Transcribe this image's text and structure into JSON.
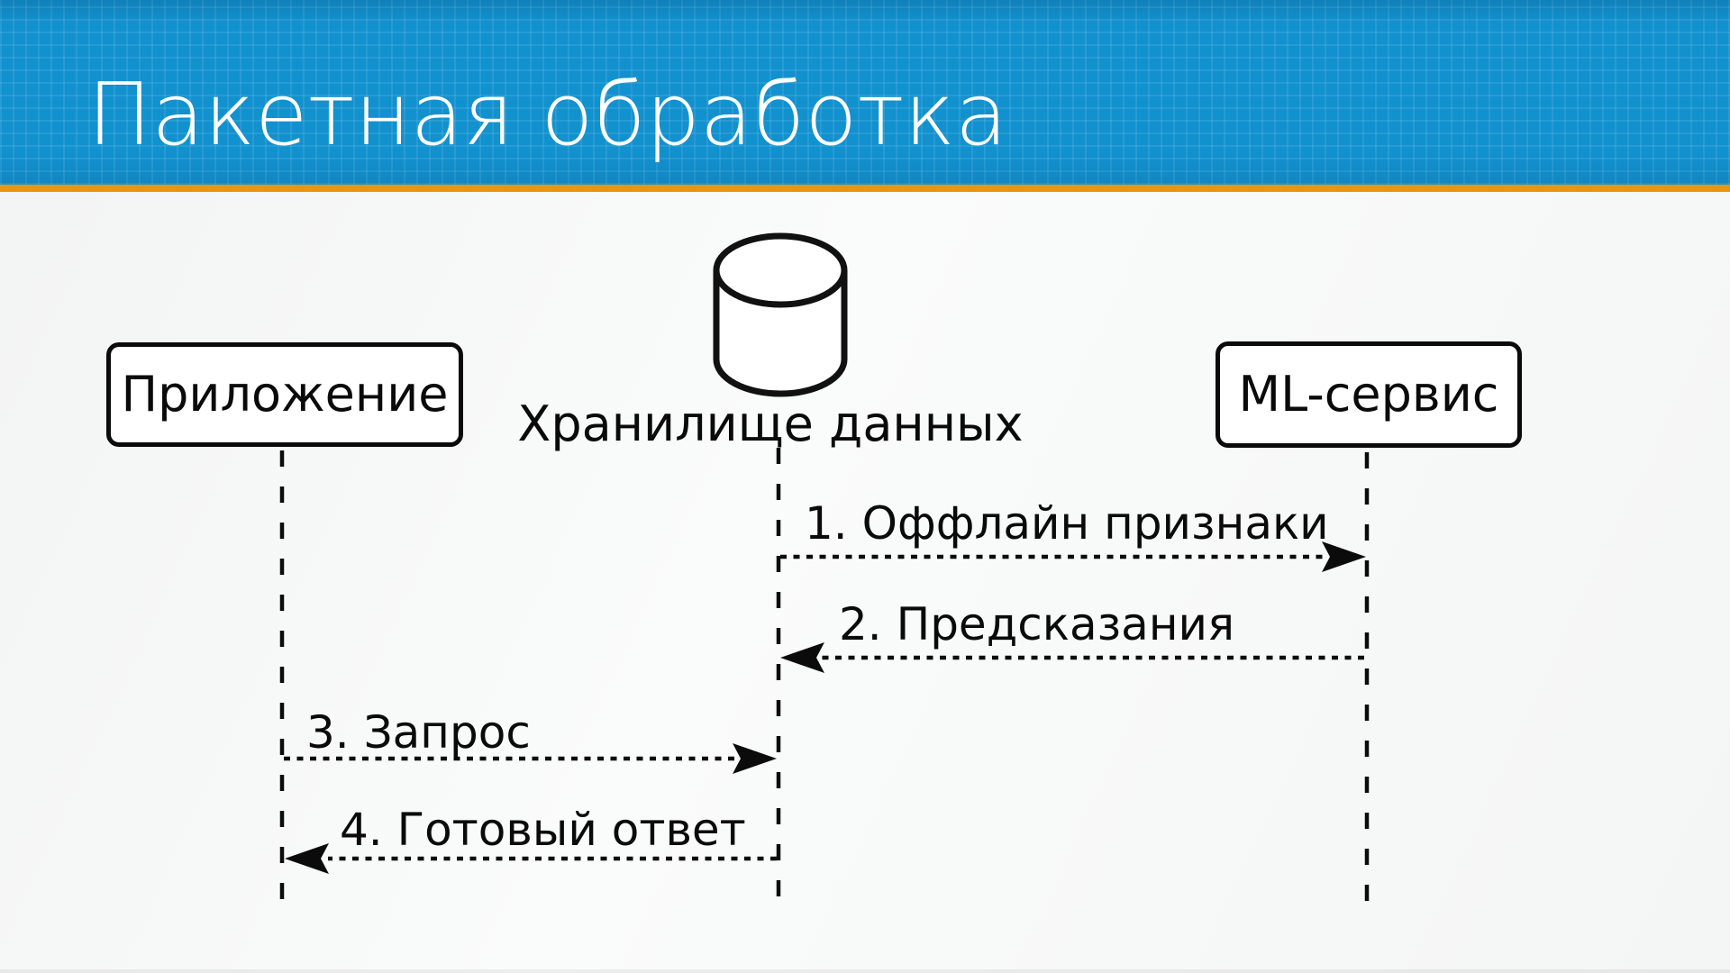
{
  "slide": {
    "title": "Пакетная обработка"
  },
  "actors": {
    "app": {
      "label": "Приложение"
    },
    "storage": {
      "label": "Хранилище данных",
      "icon": "database-icon"
    },
    "ml": {
      "label": "ML-сервис"
    }
  },
  "messages": {
    "m1": {
      "label": "1. Оффлайн признаки",
      "from": "storage",
      "to": "ml"
    },
    "m2": {
      "label": "2. Предсказания",
      "from": "ml",
      "to": "storage"
    },
    "m3": {
      "label": "3. Запрос",
      "from": "app",
      "to": "storage"
    },
    "m4": {
      "label": "4. Готовый ответ",
      "from": "storage",
      "to": "app"
    }
  },
  "colors": {
    "header_blue": "#1291CF",
    "accent_orange": "#E8960F",
    "title_text": "#FFFFFF",
    "diagram_ink": "#0B0B0B",
    "background": "#F7F8F8"
  }
}
